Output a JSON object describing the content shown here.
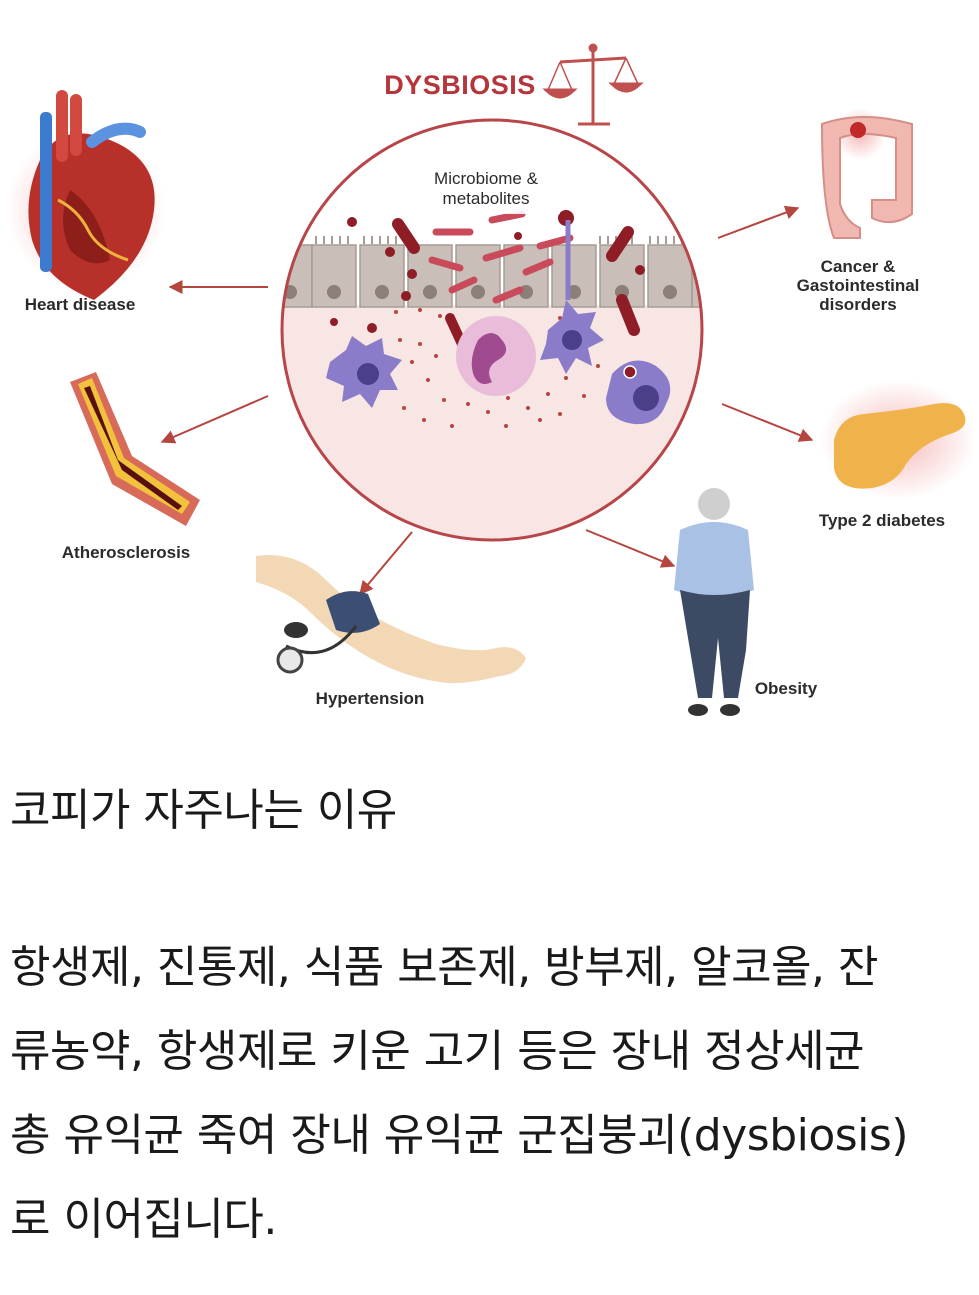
{
  "figure": {
    "title": "DYSBIOSIS",
    "center_label_line1": "Microbiome &",
    "center_label_line2": "metabolites",
    "conditions": {
      "heart": "Heart disease",
      "athero": "Atherosclerosis",
      "hypertension": "Hypertension",
      "obesity": "Obesity",
      "diabetes": "Type 2 diabetes",
      "cancer_line1": "Cancer &",
      "cancer_line2": "Gastointestinal",
      "cancer_line3": "disorders"
    },
    "colors": {
      "title": "#b5363a",
      "circle_border": "#b7454a",
      "arrow": "#b5453f",
      "tissue": "#f8e6e4",
      "bacteria": "#8e1d26",
      "immune_cell": "#8a7cc9"
    }
  },
  "article": {
    "heading": "코피가 자주나는 이유",
    "lines": [
      "항생제, 진통제, 식품 보존제, 방부제, 알코올, 잔",
      "류농약, 항생제로 키운 고기 등은 장내 정상세균",
      "총 유익균 죽여 장내  유익균 군집붕괴(dysbiosis)",
      "로 이어집니다."
    ]
  }
}
